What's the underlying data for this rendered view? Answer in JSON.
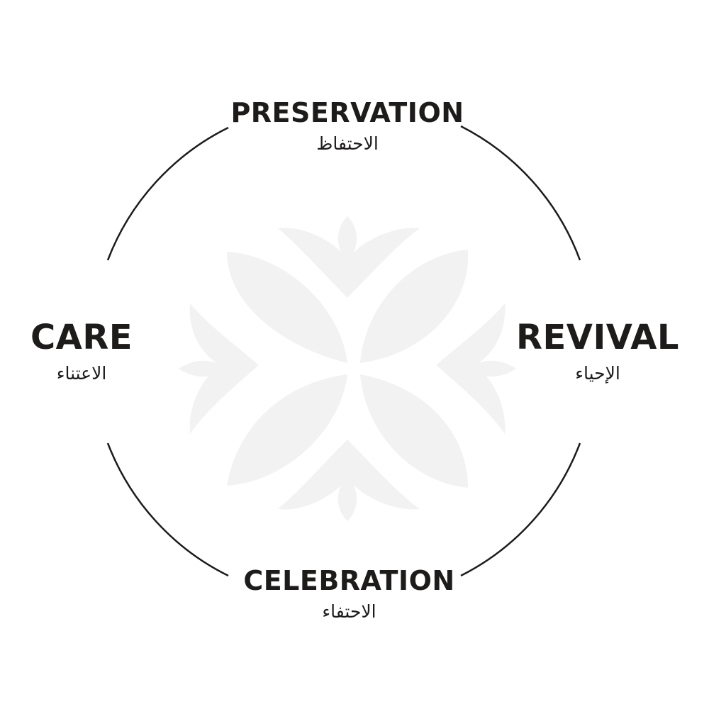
{
  "colors": {
    "text": "#1e1b1b",
    "ring": "#1e1b1b",
    "emblem": "#f2f2f2",
    "background": "#ffffff"
  },
  "emblem": {
    "icon": "flower-emblem-icon"
  },
  "stages": {
    "top": {
      "en": "PRESERVATION",
      "ar": "الاحتفاظ"
    },
    "right": {
      "en": "REVIVAL",
      "ar": "الإحياء"
    },
    "bottom": {
      "en": "CELEBRATION",
      "ar": "الاحتفاء"
    },
    "left": {
      "en": "CARE",
      "ar": "الاعتناء"
    }
  }
}
